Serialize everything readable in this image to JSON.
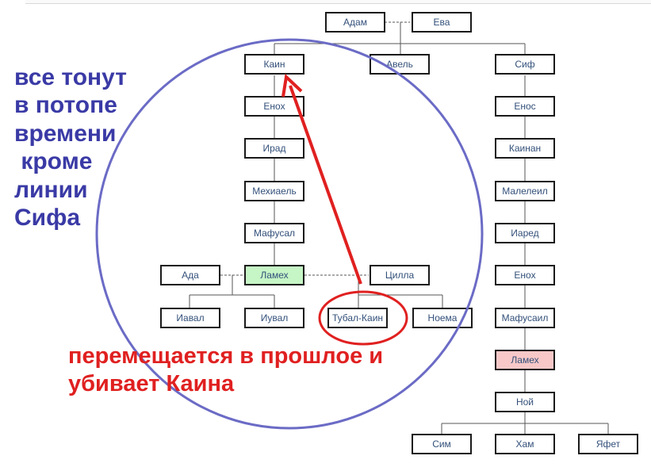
{
  "nodes": {
    "adam": "Адам",
    "eva": "Ева",
    "kain": "Каин",
    "avel": "Авель",
    "sif": "Сиф",
    "enoh_k": "Енох",
    "irad": "Ирад",
    "mehiael": "Мехиаель",
    "mafusal": "Мафусал",
    "lameh_k": "Ламех",
    "ada": "Ада",
    "cilla": "Цилла",
    "iaval": "Иавал",
    "iuval": "Иувал",
    "tubal": "Тубал-Каин",
    "noema": "Ноема",
    "enos": "Енос",
    "kainan": "Каинан",
    "maleleil": "Малелеил",
    "iared": "Иаред",
    "enoh_s": "Енох",
    "mafusail": "Мафусаил",
    "lameh_s": "Ламех",
    "noi": "Ной",
    "sim": "Сим",
    "ham": "Хам",
    "iafet": "Яфет"
  },
  "annotations": {
    "blue": "все тонут\nв потопе\nвремени\n кроме\nлинии\nСифа",
    "red": "перемещается в прошлое и\nубивает Каина"
  },
  "colors": {
    "box_border": "#1a1a1a",
    "box_text": "#33507a",
    "highlight_green": "#c6f5c6",
    "highlight_pink": "#f8c8c8",
    "circle": "#6b6bc6",
    "arrow": "#e02020",
    "blue_text": "#3a3aa6",
    "red_text": "#e02020"
  }
}
